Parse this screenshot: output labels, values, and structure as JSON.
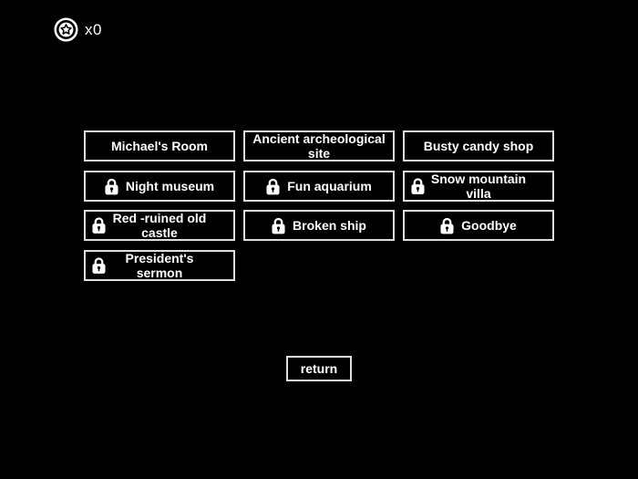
{
  "hud": {
    "star_icon": "star-coin-icon",
    "star_count": "x0"
  },
  "levels": [
    {
      "label": "Michael's Room",
      "locked": false
    },
    {
      "label": "Ancient archeological\nsite",
      "locked": false
    },
    {
      "label": "Busty candy shop",
      "locked": false
    },
    {
      "label": "Night museum",
      "locked": true
    },
    {
      "label": "Fun aquarium",
      "locked": true
    },
    {
      "label": "Snow mountain\nvilla",
      "locked": true
    },
    {
      "label": "Red -ruined old\ncastle",
      "locked": true
    },
    {
      "label": "Broken ship",
      "locked": true
    },
    {
      "label": "Goodbye",
      "locked": true
    },
    {
      "label": "President's\nsermon",
      "locked": true
    }
  ],
  "return_label": "return",
  "colors": {
    "background": "#000000",
    "text": "#ffffff",
    "border": "#dedede"
  }
}
